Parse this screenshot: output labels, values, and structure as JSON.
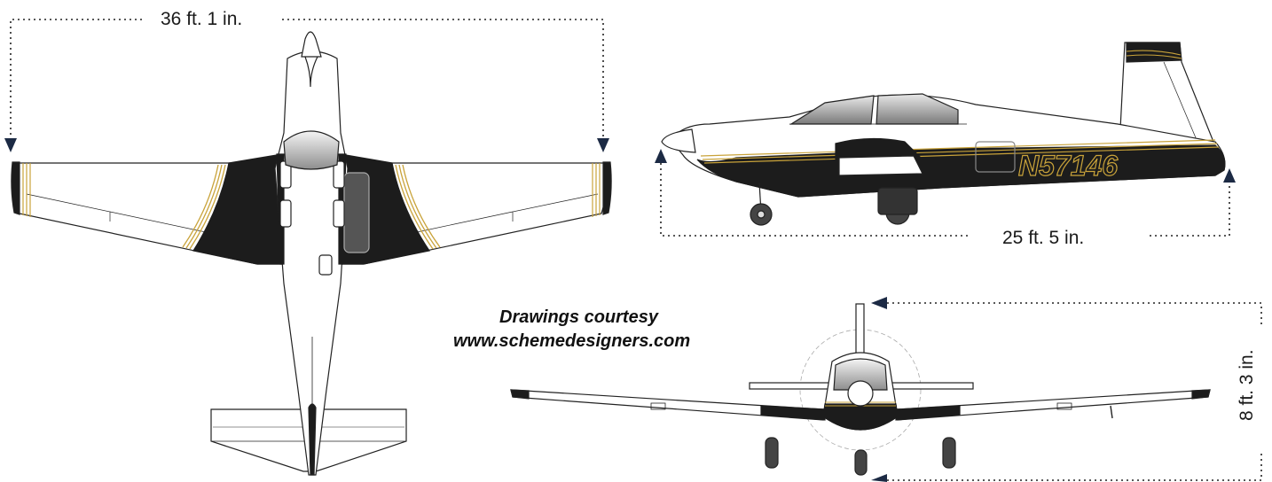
{
  "dimensions": {
    "wingspan": "36 ft. 1 in.",
    "length": "25 ft. 5 in.",
    "height": "8 ft. 3 in."
  },
  "credit": {
    "line1": "Drawings courtesy",
    "line2": "www.schemedesigners.com"
  },
  "registration": "N57146",
  "colors": {
    "paint_black": "#1c1c1c",
    "pinstripe_gold": "#c9a33a",
    "outline": "#222222",
    "arrow_fill": "#1c2a44",
    "canopy_grey": "#9a9a9a"
  }
}
